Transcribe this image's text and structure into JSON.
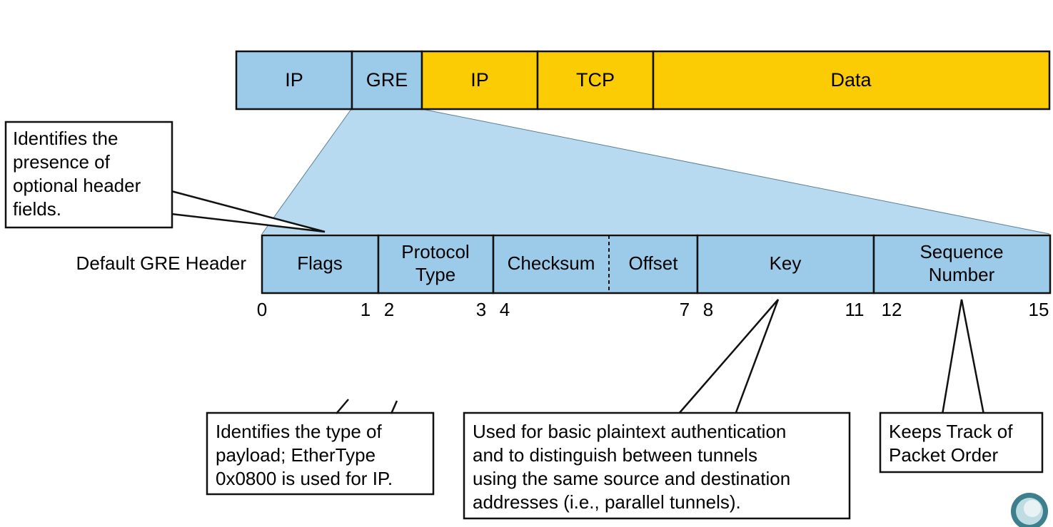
{
  "colors": {
    "blue": "#9ccbea",
    "gold": "#fbcc04",
    "wedge": "#aad3ee",
    "stroke": "#111111"
  },
  "packet": {
    "segments": [
      {
        "label": "IP",
        "color": "blue"
      },
      {
        "label": "GRE",
        "color": "blue"
      },
      {
        "label": "IP",
        "color": "gold"
      },
      {
        "label": "TCP",
        "color": "gold"
      },
      {
        "label": "Data",
        "color": "gold"
      }
    ]
  },
  "header": {
    "label": "Default GRE Header",
    "fields": [
      {
        "lines": [
          "Flags"
        ]
      },
      {
        "lines": [
          "Protocol",
          "Type"
        ]
      },
      {
        "lines": [
          "Checksum"
        ]
      },
      {
        "lines": [
          "Offset"
        ]
      },
      {
        "lines": [
          "Key"
        ]
      },
      {
        "lines": [
          "Sequence",
          "Number"
        ]
      }
    ],
    "offsets": [
      "0",
      "1",
      "2",
      "3",
      "4",
      "7",
      "8",
      "11",
      "12",
      "15"
    ]
  },
  "callouts": {
    "flags": [
      "Identifies the",
      "presence of",
      "optional header",
      "fields."
    ],
    "protocol": [
      "Identifies the type of",
      "payload; EtherType",
      "0x0800 is used for IP."
    ],
    "key": [
      "Used for basic plaintext authentication",
      "and to distinguish between tunnels",
      "using the same source and destination",
      "addresses (i.e., parallel tunnels)."
    ],
    "sequence": [
      "Keeps Track of",
      "Packet Order"
    ]
  },
  "corner_icon": "circle-logo-icon"
}
